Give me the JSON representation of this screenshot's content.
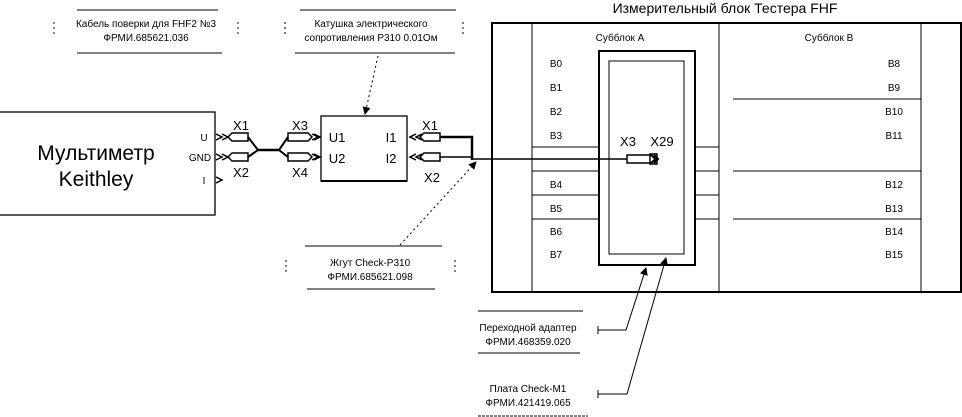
{
  "title": "Измерительный блок Тестера FHF",
  "multimeter": {
    "line1": "Мультиметр",
    "line2": "Keithley",
    "pins": [
      "U",
      "GND",
      "I"
    ]
  },
  "cable_connectors": {
    "left_top": "X1",
    "left_bottom": "X2",
    "right_top": "X3",
    "right_bottom": "X4"
  },
  "coil": {
    "pins": [
      "U1",
      "U2",
      "I1",
      "I2"
    ],
    "out_top": "X1",
    "out_bottom": "X2"
  },
  "tester": {
    "subblock_a": "Субблок A",
    "subblock_b": "Субблок B",
    "slots_a": [
      "B0",
      "B1",
      "B2",
      "B3",
      "B4",
      "B5",
      "B6",
      "B7"
    ],
    "slots_b": [
      "B8",
      "B9",
      "B10",
      "B11",
      "B12",
      "B13",
      "B14",
      "B15"
    ],
    "board_connectors": [
      "X3",
      "X29"
    ]
  },
  "callouts": {
    "cable": [
      "Кабель поверки для FHF2 №3",
      "ФРМИ.685621.036"
    ],
    "coil": [
      "Катушка электрического",
      "сопротивления Р310 0.01Ом"
    ],
    "harness": [
      "Жгут Check-P310",
      "ФРМИ.685621.098"
    ],
    "adapter": [
      "Переходной адаптер",
      "ФРМИ.468359.020"
    ],
    "board": [
      "Плата Check-M1",
      "ФРМИ.421419.065"
    ]
  }
}
